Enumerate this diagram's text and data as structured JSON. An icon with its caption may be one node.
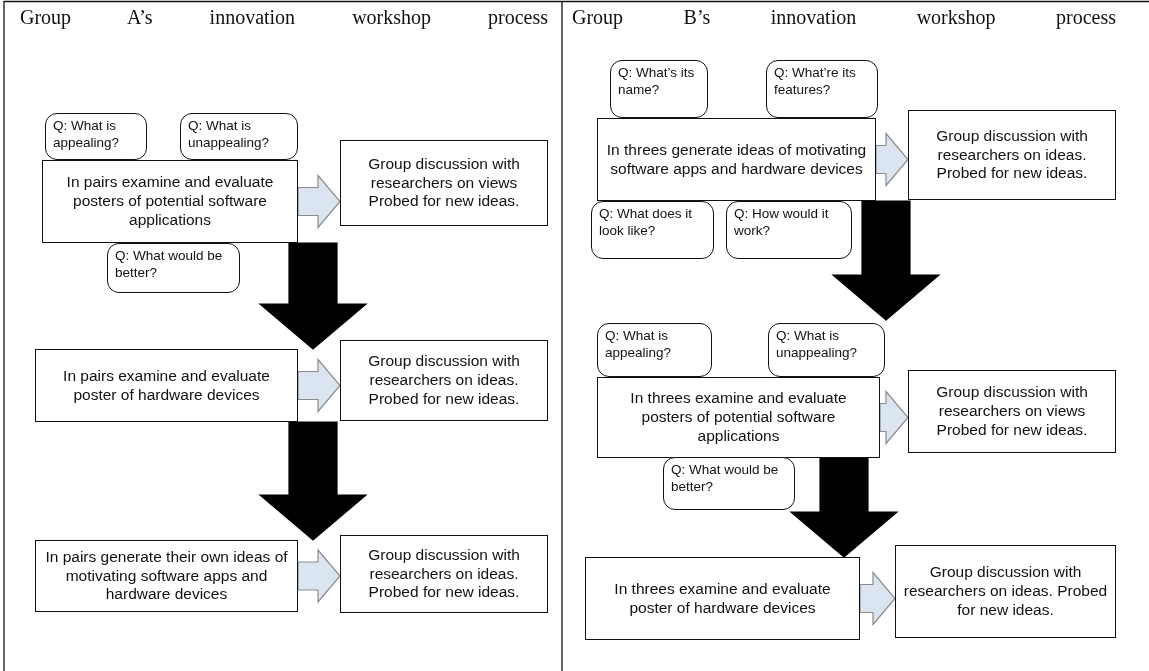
{
  "diagram": {
    "nodes": [
      {
        "text": [
          "Q: What is appealing?"
        ]
      },
      {
        "text": [
          "Q: What is unappealing?"
        ]
      },
      {
        "text": [
          "In pairs examine and evaluate posters of potential software applications"
        ]
      },
      {
        "text": [
          "Group discussion with researchers on views Probed for new ideas."
        ]
      },
      {
        "text": [
          "Q: What would be better?"
        ]
      },
      {
        "text": [
          "In pairs examine and evaluate poster of hardware devices"
        ]
      },
      {
        "text": [
          "Group discussion with researchers on ideas. Probed for new ideas."
        ]
      },
      {
        "text": [
          "In pairs generate their own ideas of motivating software apps and hardware devices"
        ]
      },
      {
        "text": [
          "Group discussion with researchers on ideas. Probed for new ideas."
        ]
      },
      {
        "text": [
          "Q: What’s its name?"
        ]
      },
      {
        "text": [
          "Q: What’re its features?"
        ]
      },
      {
        "text": [
          "In threes generate ideas of motivating software apps and hardware devices"
        ]
      },
      {
        "text": [
          "Group discussion with researchers on ideas. Probed for new ideas."
        ]
      },
      {
        "text": [
          "Q: What does it look like?"
        ]
      },
      {
        "text": [
          "Q: How would it work?"
        ]
      },
      {
        "text": [
          "Q: What is appealing?"
        ]
      },
      {
        "text": [
          "Q: What is unappealing?"
        ]
      },
      {
        "text": [
          "In threes examine and evaluate posters of potential software applications"
        ]
      },
      {
        "text": [
          "Group discussion with researchers on views Probed for new ideas."
        ]
      },
      {
        "text": [
          "Q: What would be better?"
        ]
      },
      {
        "text": [
          "In threes examine and evaluate poster of hardware devices"
        ]
      },
      {
        "text": [
          "Group discussion with researchers on ideas. Probed for new ideas."
        ]
      }
    ],
    "edges": [
      {
        "from": 2,
        "to": 3,
        "arrow": "to"
      },
      {
        "from": 2,
        "to": 5,
        "arrow": "to",
        "style": "thick",
        "color": "#000000"
      },
      {
        "from": 5,
        "to": 6,
        "arrow": "to"
      },
      {
        "from": 5,
        "to": 7,
        "arrow": "to",
        "style": "thick",
        "color": "#000000"
      },
      {
        "from": 7,
        "to": 8,
        "arrow": "to"
      },
      {
        "from": 11,
        "to": 12,
        "arrow": "to"
      },
      {
        "from": 11,
        "to": 17,
        "arrow": "to",
        "style": "thick",
        "color": "#000000"
      },
      {
        "from": 17,
        "to": 18,
        "arrow": "to"
      },
      {
        "from": 17,
        "to": 20,
        "arrow": "to",
        "style": "thick",
        "color": "#000000"
      },
      {
        "from": 20,
        "to": 21,
        "arrow": "to"
      }
    ],
    "labels": [
      "Group A’s innovation workshop process",
      "Group B’s innovation workshop process"
    ]
  }
}
